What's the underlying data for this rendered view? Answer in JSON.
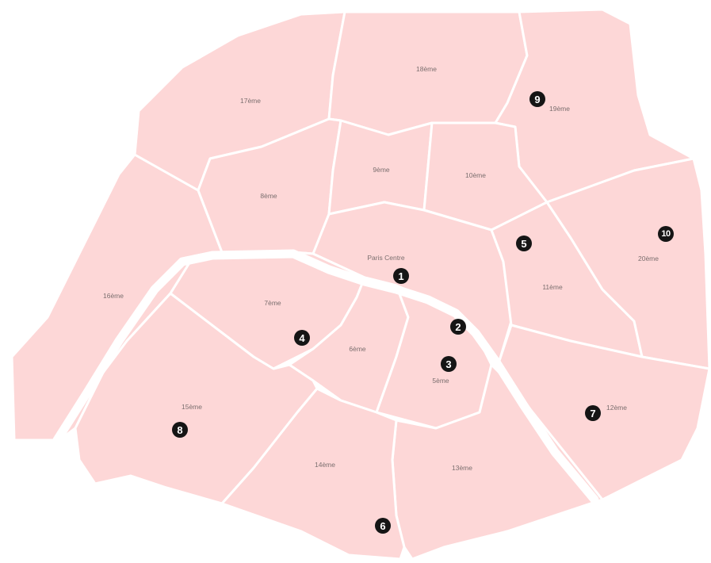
{
  "map": {
    "colors": {
      "land": "#fdd7d7",
      "borders": "#ffffff",
      "labels": "#7b6f6f",
      "markers": "#151515"
    },
    "districts": {
      "d_centre": "Paris Centre",
      "d_5": "5ème",
      "d_6": "6ème",
      "d_7": "7ème",
      "d_8": "8ème",
      "d_9": "9ème",
      "d_10": "10ème",
      "d_11": "11ème",
      "d_12": "12ème",
      "d_13": "13ème",
      "d_14": "14ème",
      "d_15": "15ème",
      "d_16": "16ème",
      "d_17": "17ème",
      "d_18": "18ème",
      "d_19": "19ème",
      "d_20": "20ème"
    },
    "markers": [
      "1",
      "2",
      "3",
      "4",
      "5",
      "6",
      "7",
      "8",
      "9",
      "10"
    ]
  }
}
